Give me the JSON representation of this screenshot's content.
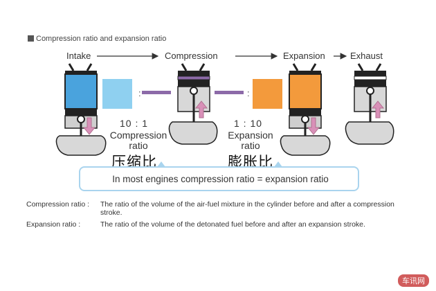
{
  "header": {
    "title": "Compression ratio and expansion ratio"
  },
  "stages": {
    "intake": "Intake",
    "compression": "Compression",
    "expansion": "Expansion",
    "exhaust": "Exhaust"
  },
  "compression_ratio": {
    "value": "10 : 1",
    "label_line1": "Compression",
    "label_line2": "ratio",
    "zh": "压缩比"
  },
  "expansion_ratio": {
    "value": "1 : 10",
    "label_line1": "Expansion",
    "label_line2": "ratio",
    "zh": "膨胀比"
  },
  "colon": ":",
  "callout": {
    "text": "In most engines compression ratio = expansion ratio"
  },
  "definitions": [
    {
      "term": "Compression ratio :",
      "text": "The ratio of the volume of the air-fuel mixture in the cylinder before and after a compression stroke."
    },
    {
      "term": "Expansion ratio :",
      "text": "The ratio of the volume of the detonated fuel before and after an expansion stroke."
    }
  ],
  "watermark": {
    "text": "车讯网"
  },
  "colors": {
    "intake_blue": "#4aa3dd",
    "light_blue": "#8fd0f0",
    "orange": "#f39a3c",
    "purple": "#8c6aa8",
    "pink_arrow": "#d990b8",
    "callout_border": "#a9d4ee",
    "engine_gray": "#d8d8d8",
    "dark": "#222222"
  }
}
